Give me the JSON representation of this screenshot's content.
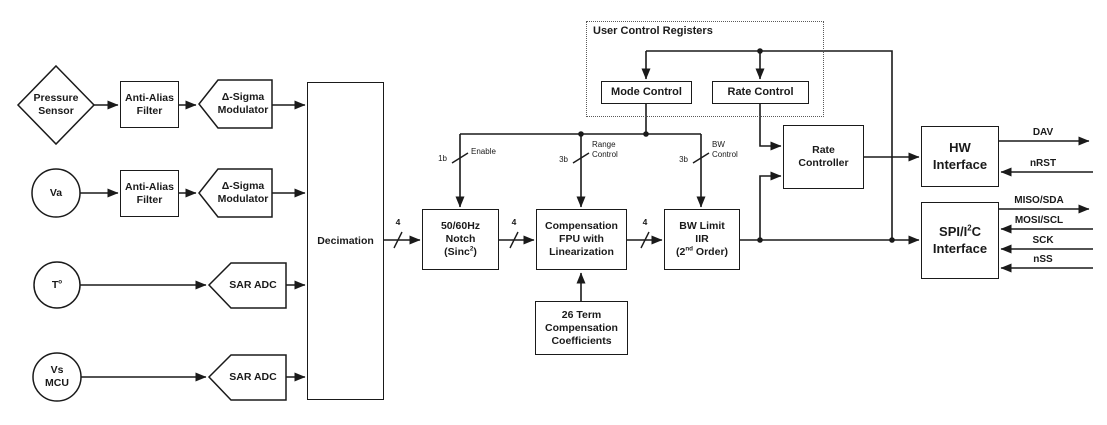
{
  "sources": {
    "pressure": {
      "line1": "Pressure",
      "line2": "Sensor"
    },
    "va": {
      "label": "Va"
    },
    "temperature": {
      "base": "T",
      "sup": "o"
    },
    "vs_mcu": {
      "line1": "Vs",
      "line2": "MCU"
    }
  },
  "blocks": {
    "anti_alias_1": {
      "line1": "Anti-Alias",
      "line2": "Filter"
    },
    "anti_alias_2": {
      "line1": "Anti-Alias",
      "line2": "Filter"
    },
    "delta_sigma_1": {
      "line1": "Δ-Sigma",
      "line2": "Modulator"
    },
    "delta_sigma_2": {
      "line1": "Δ-Sigma",
      "line2": "Modulator"
    },
    "sar_adc_1": {
      "label": "SAR ADC"
    },
    "sar_adc_2": {
      "label": "SAR ADC"
    },
    "decimation": {
      "label": "Decimation"
    },
    "notch": {
      "line1": "50/60Hz",
      "line2": "Notch",
      "line3_pre": "(Sinc",
      "line3_sup": "2",
      "line3_post": ")"
    },
    "compensation": {
      "line1": "Compensation",
      "line2": "FPU with",
      "line3": "Linearization"
    },
    "bw_limit": {
      "line1": "BW Limit",
      "line2": "IIR",
      "line3_pre": "(2",
      "line3_sup": "nd",
      "line3_post": " Order)"
    },
    "coefficients": {
      "line1": "26 Term",
      "line2": "Compensation",
      "line3": "Coefficients"
    },
    "user_control_registers": {
      "title": "User Control Registers"
    },
    "mode_control": {
      "label": "Mode Control"
    },
    "rate_control": {
      "label": "Rate Control"
    },
    "rate_controller": {
      "line1": "Rate",
      "line2": "Controller"
    },
    "hw_interface": {
      "line1": "HW",
      "line2": "Interface"
    },
    "spi_interface": {
      "line1_pre": "SPI/I",
      "line1_sup": "2",
      "line1_post": "C",
      "line2": "Interface"
    }
  },
  "bus_labels": {
    "enable": {
      "width": "1b",
      "name": "Enable"
    },
    "range": {
      "width": "3b",
      "name_line1": "Range",
      "name_line2": "Control"
    },
    "bw": {
      "width": "3b",
      "name_line1": "BW",
      "name_line2": "Control"
    },
    "dec_to_notch": "4",
    "notch_to_comp": "4",
    "comp_to_bw": "4"
  },
  "signals": {
    "dav": "DAV",
    "nrst": "nRST",
    "miso_sda": "MISO/SDA",
    "mosi_scl": "MOSI/SCL",
    "sck": "SCK",
    "nss": "nSS"
  },
  "colors": {
    "line": "#1a1a1a",
    "text": "#1a1a1a",
    "background": "#ffffff"
  }
}
